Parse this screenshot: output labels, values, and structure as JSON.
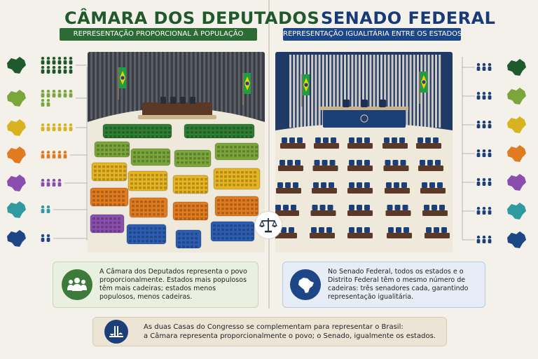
{
  "camara": {
    "title": "CÂMARA DOS DEPUTADOS",
    "subtitle": "REPRESENTAÇÃO PROPORCIONAL À POPULAÇÃO",
    "description": "A Câmara dos Deputados representa o povo proporcionalmente. Estados mais populosos têm mais cadeiras; estados menos populosos, menos cadeiras.",
    "rows": [
      {
        "color": "#1f5a2c",
        "people": 12
      },
      {
        "color": "#7aa63c",
        "people": 8
      },
      {
        "color": "#d9b21f",
        "people": 6
      },
      {
        "color": "#e07b1f",
        "people": 5
      },
      {
        "color": "#8a4fae",
        "people": 4
      },
      {
        "color": "#2f9aa0",
        "people": 2
      },
      {
        "color": "#1d4687",
        "people": 2
      }
    ],
    "seat_colors": {
      "top": "#2e7d32",
      "green": "#7aa63c",
      "yellow": "#e6b422",
      "orange": "#e07b1f",
      "purple": "#8a4fae",
      "teal": "#2f8f96",
      "blue": "#2c5db0"
    }
  },
  "senado": {
    "title": "SENADO FEDERAL",
    "subtitle": "REPRESENTAÇÃO IGUALITÁRIA ENTRE OS ESTADOS",
    "description": "No Senado Federal, todos os estados e o Distrito Federal têm o mesmo número de cadeiras: três senadores cada, garantindo representação igualitária.",
    "people_per_state": 3,
    "rows": [
      {
        "color": "#1f5a2c"
      },
      {
        "color": "#7aa63c"
      },
      {
        "color": "#d9b21f"
      },
      {
        "color": "#e07b1f"
      },
      {
        "color": "#8a4fae"
      },
      {
        "color": "#2f9aa0"
      },
      {
        "color": "#1d4687"
      }
    ]
  },
  "footer": {
    "line1": "As duas Casas do Congresso se complementam para representar o Brasil:",
    "line2": "a Câmara representa proporcionalmente o povo; o Senado, igualmente os estados."
  },
  "icons": {
    "center": "scale-of-justice-icon",
    "camara_info": "people-group-icon",
    "senado_info": "brazil-map-icon",
    "footer": "congress-building-icon"
  }
}
